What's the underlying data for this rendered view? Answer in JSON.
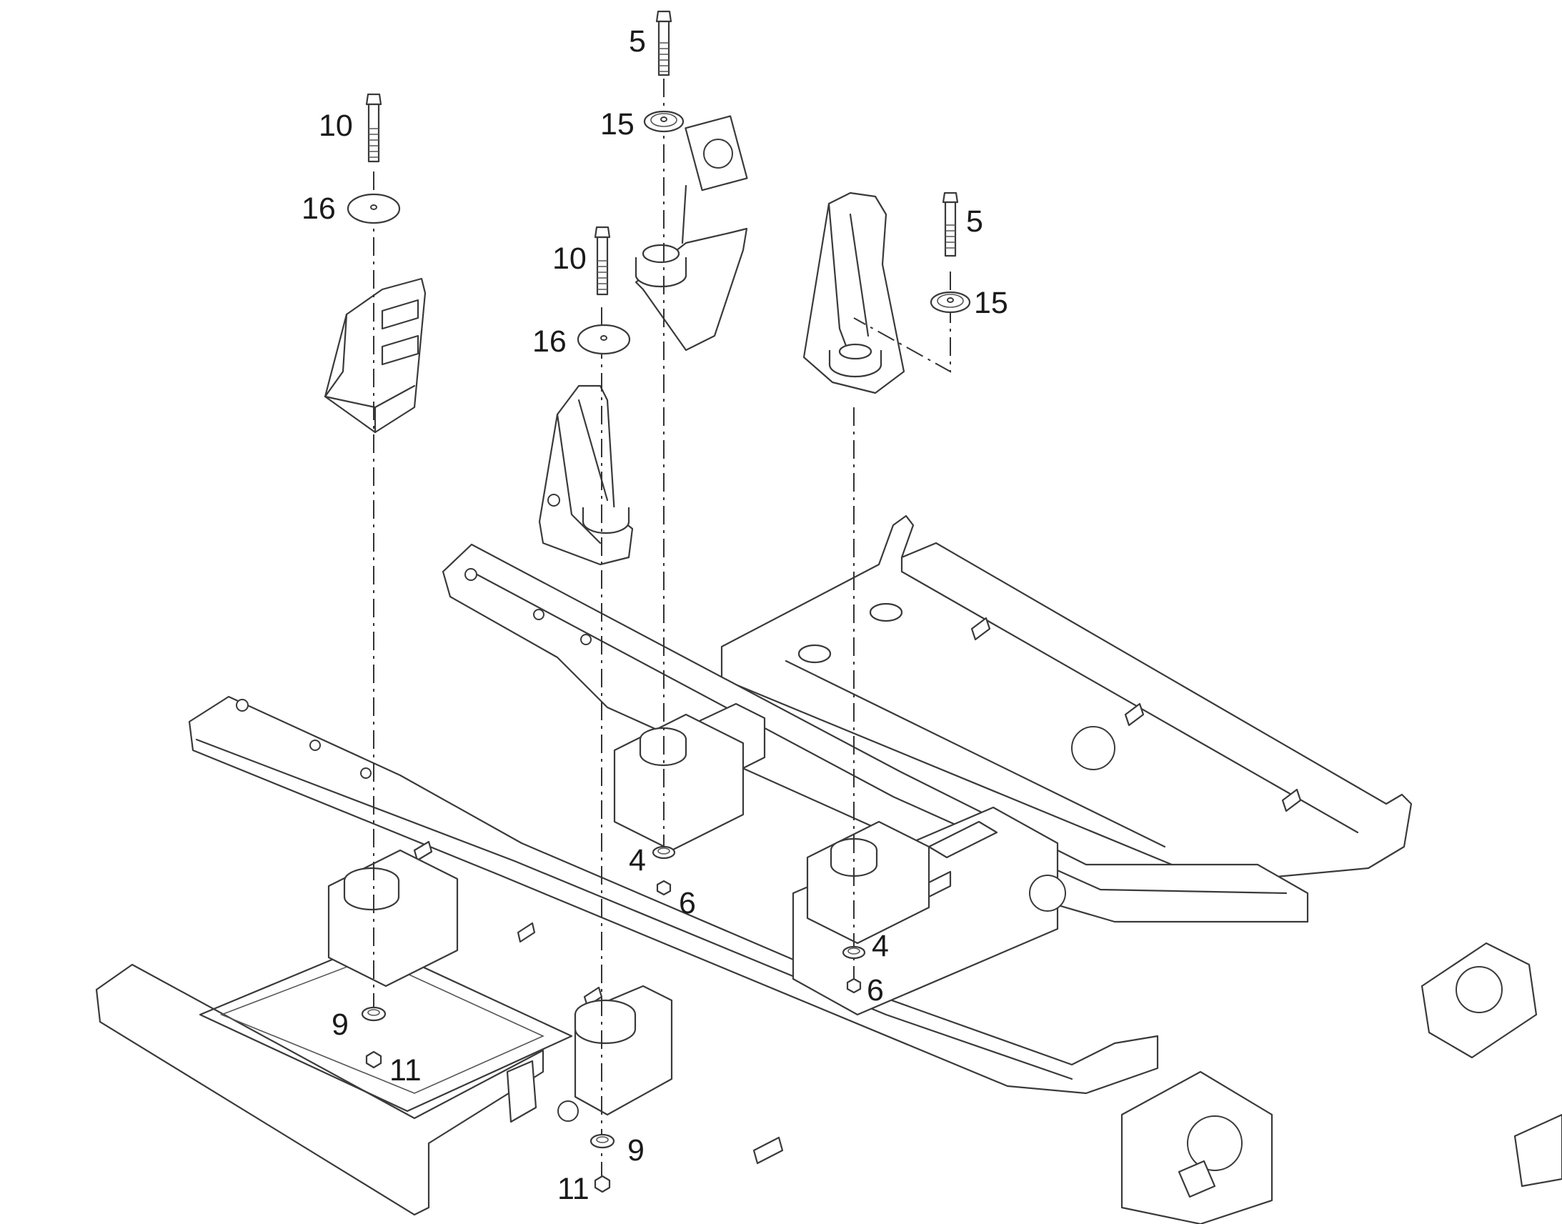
{
  "callouts": [
    {
      "id": "c5a",
      "text": "5"
    },
    {
      "id": "c15a",
      "text": "15"
    },
    {
      "id": "c10a",
      "text": "10"
    },
    {
      "id": "c16a",
      "text": "16"
    },
    {
      "id": "c10b",
      "text": "10"
    },
    {
      "id": "c16b",
      "text": "16"
    },
    {
      "id": "c5b",
      "text": "5"
    },
    {
      "id": "c15b",
      "text": "15"
    },
    {
      "id": "c4a",
      "text": "4"
    },
    {
      "id": "c6a",
      "text": "6"
    },
    {
      "id": "c4b",
      "text": "4"
    },
    {
      "id": "c6b",
      "text": "6"
    },
    {
      "id": "c9a",
      "text": "9"
    },
    {
      "id": "c11a",
      "text": "11"
    },
    {
      "id": "c9b",
      "text": "9"
    },
    {
      "id": "c11b",
      "text": "11"
    }
  ]
}
